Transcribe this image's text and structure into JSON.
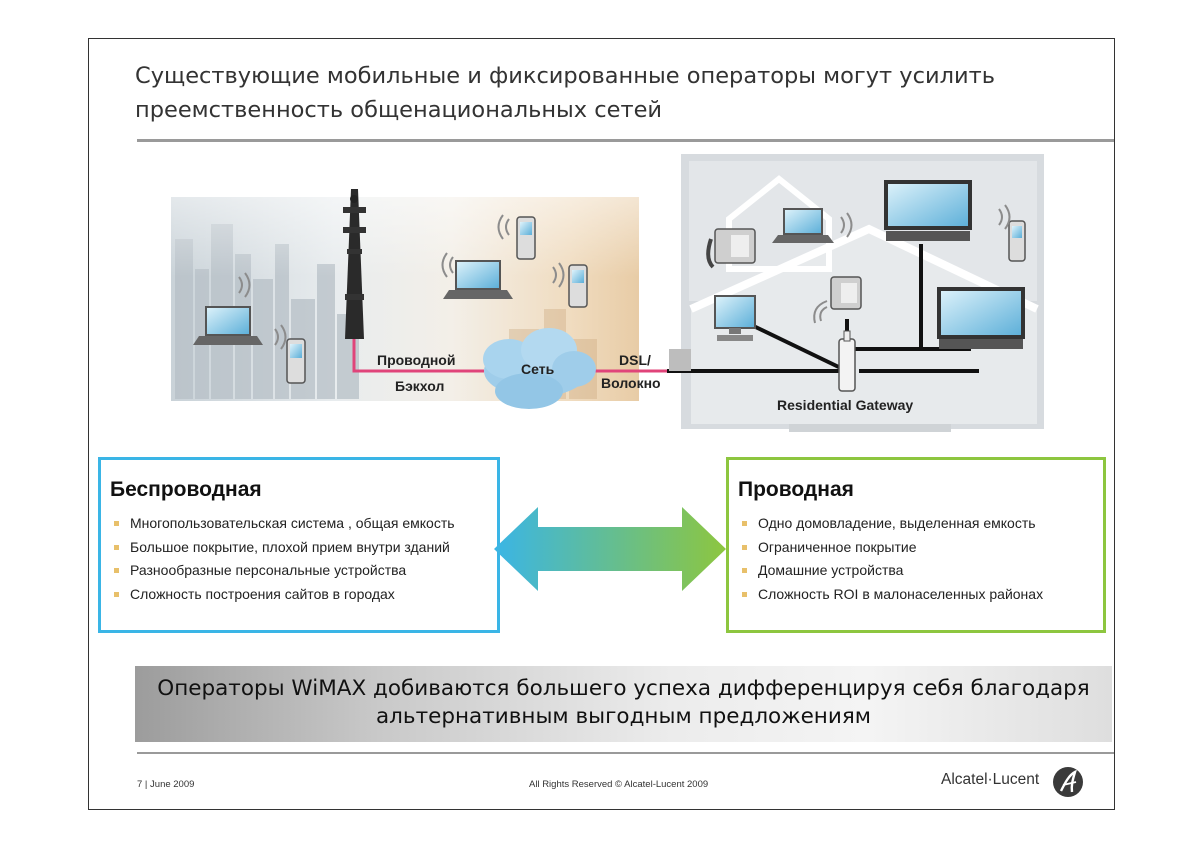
{
  "slide": {
    "title_line1": "Существующие мобильные и фиксированные операторы могут усилить",
    "title_line2": "преемственность общенациональных сетей"
  },
  "diagram": {
    "backhaul_line1": "Проводной",
    "backhaul_line2": "Бэкхол",
    "cloud_label": "Сеть",
    "dsl_line1": "DSL/",
    "dsl_line2": "Волокно",
    "gateway_label": "Residential Gateway",
    "colors": {
      "backhaul_line": "#e0447a",
      "wire": "#111111",
      "cloud": "#9fcdea",
      "house": "#d4d8dc"
    }
  },
  "wireless": {
    "heading": "Беспроводная",
    "items": [
      "Многопользовательская система , общая емкость",
      "Большое покрытие, плохой прием внутри зданий",
      "Разнообразные персональные устройства",
      "Сложность построения сайтов в городах"
    ],
    "border_color": "#3ab5e6"
  },
  "wired": {
    "heading": "Проводная",
    "items": [
      "Одно домовладение, выделенная емкость",
      "Ограниченное покрытие",
      "Домашние устройства",
      "Сложность ROI в малонаселенных районах"
    ],
    "border_color": "#8dc63f"
  },
  "banner": {
    "line1": "Операторы WiMAX добиваются большего успеха дифференцируя себя благодаря",
    "line2": "альтернативным выгодным предложениям"
  },
  "footer": {
    "page": "7 | June 2009",
    "rights": "All Rights Reserved © Alcatel-Lucent 2009",
    "brand": "Alcatel·Lucent"
  }
}
